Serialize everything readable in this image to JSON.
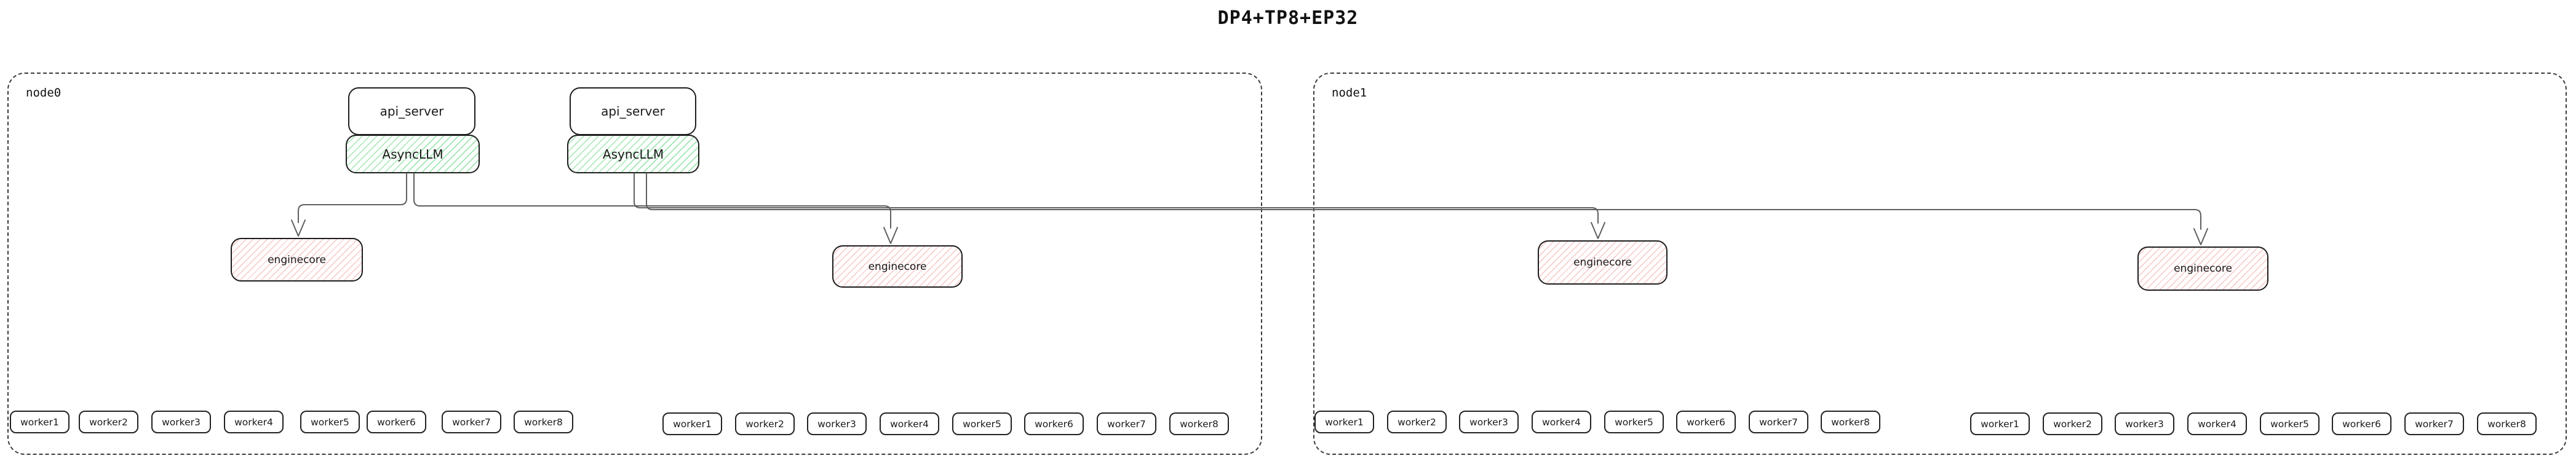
{
  "title": "DP4+TP8+EP32",
  "colors": {
    "box_border": "#1d1d1d",
    "node_border": "#3c3c3c",
    "asyncllm_hatch_green": "#69d687",
    "enginecore_hatch_red": "#f09191",
    "connector_gray": "#5f5f5f"
  },
  "nodes": [
    {
      "label": "node0",
      "stacks": [
        {
          "api_server": "api_server",
          "asyncllm": "AsyncLLM"
        },
        {
          "api_server": "api_server",
          "asyncllm": "AsyncLLM"
        }
      ],
      "enginecores": [
        "enginecore",
        "enginecore"
      ],
      "worker_groups": [
        [
          "worker1",
          "worker2",
          "worker3",
          "worker4",
          "worker5",
          "worker6",
          "worker7",
          "worker8"
        ],
        [
          "worker1",
          "worker2",
          "worker3",
          "worker4",
          "worker5",
          "worker6",
          "worker7",
          "worker8"
        ]
      ]
    },
    {
      "label": "node1",
      "stacks": [],
      "enginecores": [
        "enginecore",
        "enginecore"
      ],
      "worker_groups": [
        [
          "worker1",
          "worker2",
          "worker3",
          "worker4",
          "worker5",
          "worker6",
          "worker7",
          "worker8"
        ],
        [
          "worker1",
          "worker2",
          "worker3",
          "worker4",
          "worker5",
          "worker6",
          "worker7",
          "worker8"
        ]
      ]
    }
  ]
}
